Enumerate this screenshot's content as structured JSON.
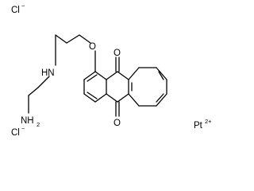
{
  "structure": {
    "atoms": {
      "chloride_top": {
        "text": "Cl",
        "charge": "−"
      },
      "chloride_bottom": {
        "text": "Cl",
        "charge": "−"
      },
      "oxygen_ether": {
        "text": "O"
      },
      "oxygen_carbonyl_top": {
        "text": "O"
      },
      "oxygen_carbonyl_bottom": {
        "text": "O"
      },
      "amine_nh": {
        "text": "HN"
      },
      "amine_nh2": {
        "text": "NH",
        "subscript": "2"
      },
      "platinum": {
        "text": "Pt",
        "charge": "2+"
      }
    }
  }
}
